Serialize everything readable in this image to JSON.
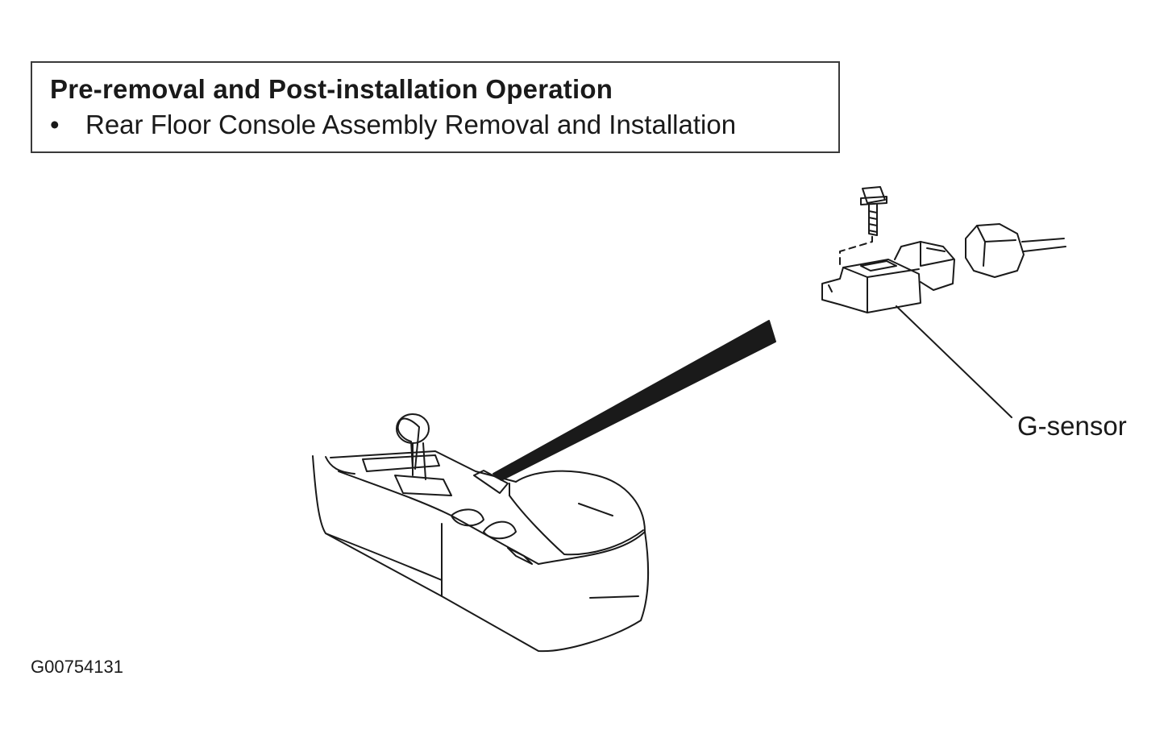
{
  "note": {
    "title": "Pre-removal and Post-installation Operation",
    "bullet": "•",
    "item": "Rear Floor Console Assembly Removal and Installation"
  },
  "callout": {
    "label": "G-sensor"
  },
  "figure_id": "G00754131",
  "icons": [
    "bolt-icon",
    "connector-icon",
    "g-sensor-icon",
    "console-icon"
  ],
  "colors": {
    "line": "#1a1a1a",
    "background": "#ffffff"
  }
}
